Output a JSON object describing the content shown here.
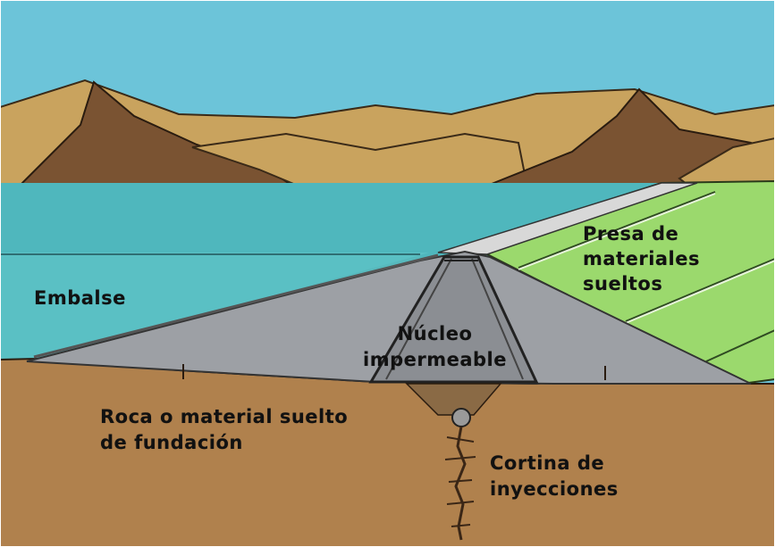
{
  "diagram": {
    "labels": {
      "reservoir": "Embalse",
      "dam_lines": [
        "Presa de",
        "materiales",
        "sueltos"
      ],
      "core_lines": [
        "Núcleo",
        "impermeable"
      ],
      "foundation_lines": [
        "Roca o material suelto",
        "de fundación"
      ],
      "grout_lines": [
        "Cortina de",
        "inyecciones"
      ]
    },
    "colors": {
      "sky": "#6cc4d9",
      "water": "#57b9bd",
      "hill_light": "#c9a35e",
      "hill_dark": "#7a5332",
      "dam_fill": "#9da0a5",
      "core_fill": "#8b8e93",
      "downstream_green": "#9bd96d",
      "ground": "#b0814d"
    }
  }
}
